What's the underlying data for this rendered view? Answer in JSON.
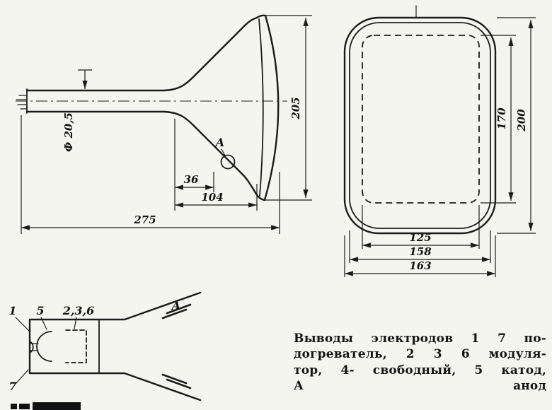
{
  "figure": {
    "side_view": {
      "neck_diameter": "Ф 20,5",
      "screen_height": "205",
      "cone_offset": "36",
      "cone_length": "104",
      "total_length": "275",
      "anode_label": "А"
    },
    "front_view": {
      "inner_height": "170",
      "outer_height": "200",
      "inner_width": "125",
      "mid_width": "158",
      "outer_width": "163"
    },
    "pinout": {
      "pin1": "1",
      "pin5": "5",
      "pin236": "2,3,6",
      "anode": "А",
      "pin7": "7"
    },
    "caption": {
      "lines": [
        "Выводы электродов 1 7 по-",
        "догреватель, 2 3 6 модуля-",
        "тор, 4- свободный, 5 катод,",
        "А анод"
      ]
    },
    "colors": {
      "ink": "#1b1b1b",
      "paper": "#f5f5f0"
    }
  }
}
